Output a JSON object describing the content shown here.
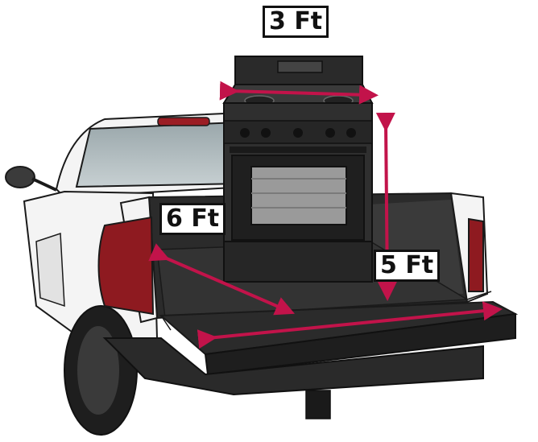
{
  "labels": {
    "stove_width": "3 Ft",
    "bed_length": "6 Ft",
    "bed_width": "5 Ft"
  },
  "colors": {
    "arrow": "#c2134a",
    "truck_body": "#f4f4f4",
    "outline": "#1a1a1a",
    "bed_liner": "#2b2b2b",
    "tail_light": "#8e1a20",
    "stove": "#2f2f2f"
  }
}
